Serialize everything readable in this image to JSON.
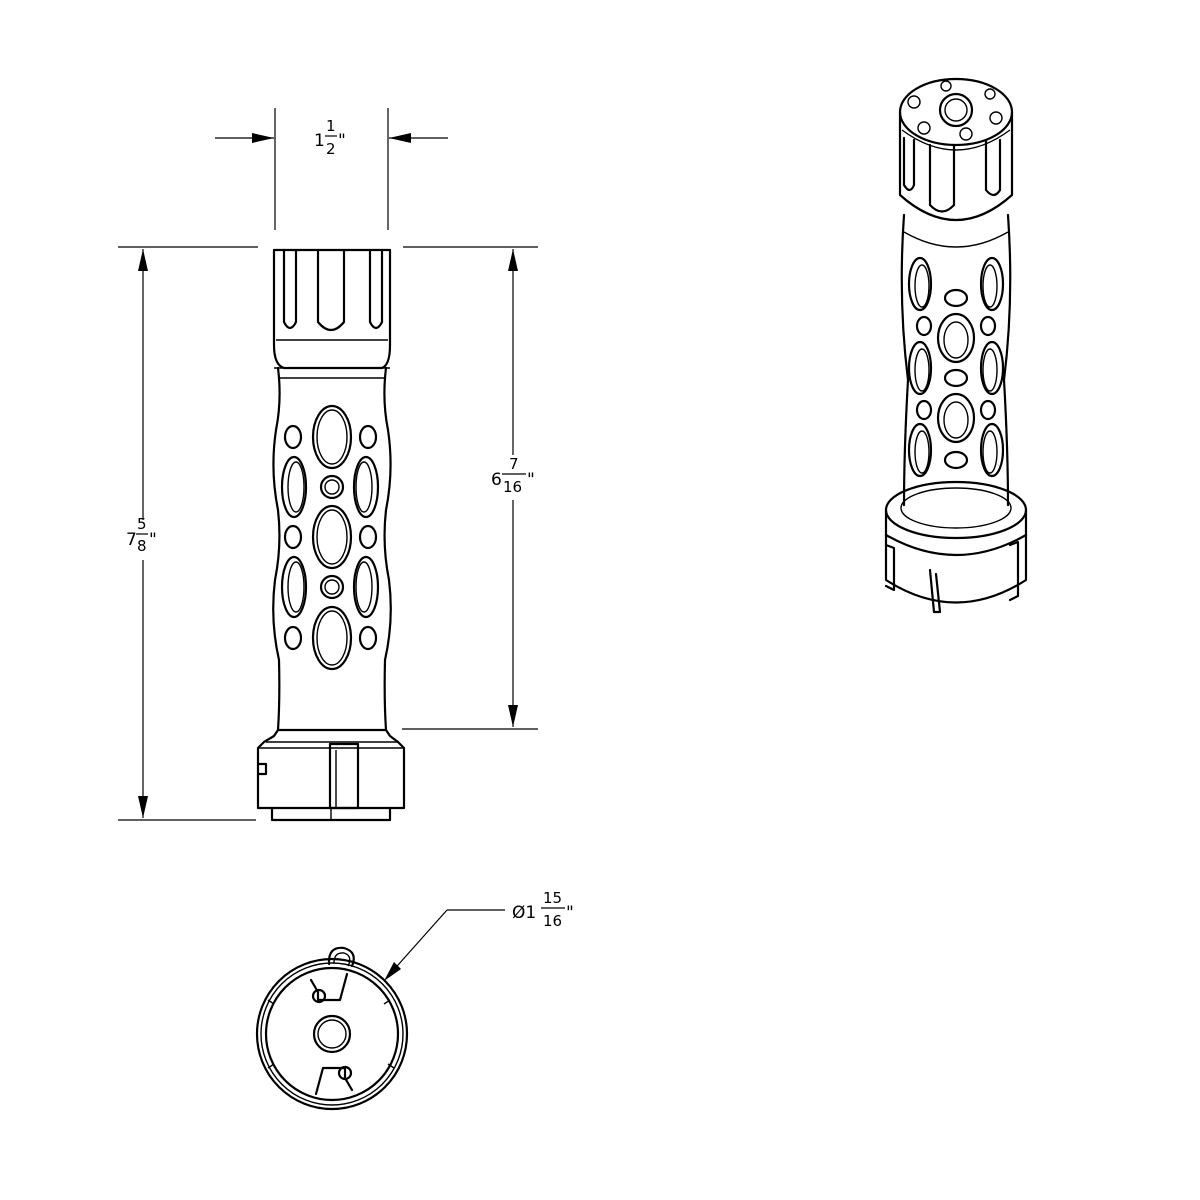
{
  "dimensions": {
    "width_top": {
      "whole": "1",
      "num": "1",
      "den": "2",
      "unit": "\""
    },
    "overall_height": {
      "whole": "7",
      "num": "5",
      "den": "8",
      "unit": "\""
    },
    "tube_height": {
      "whole": "6",
      "num": "7",
      "den": "16",
      "unit": "\""
    },
    "base_diameter": {
      "prefix": "Ø1",
      "num": "15",
      "den": "16",
      "unit": "\""
    }
  },
  "colors": {
    "line": "#000000",
    "background": "#ffffff"
  }
}
